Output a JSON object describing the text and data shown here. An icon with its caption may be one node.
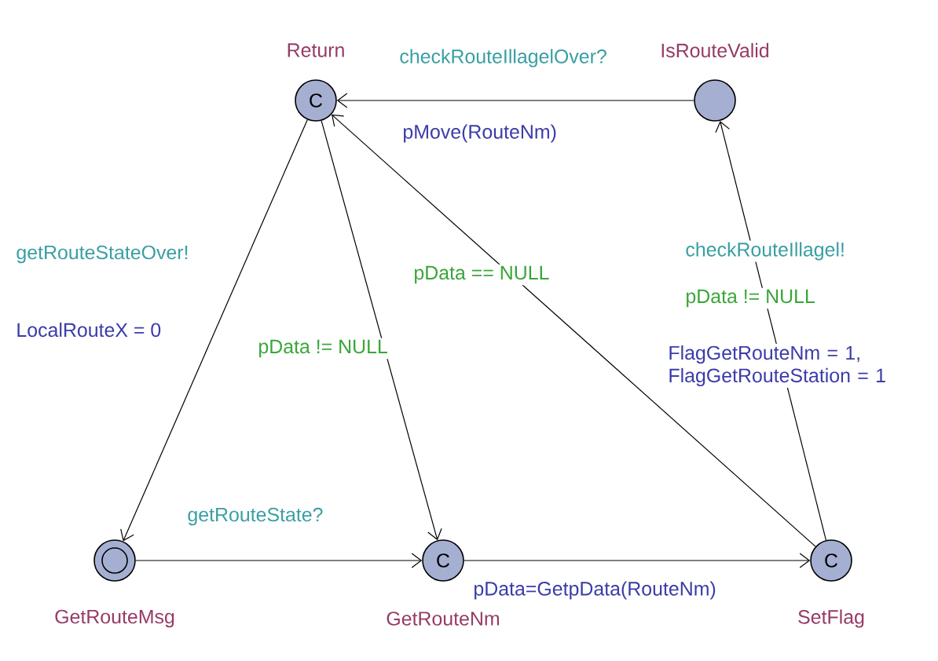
{
  "diagram": {
    "nodes": [
      {
        "text": [
          "Return",
          "C"
        ]
      },
      {
        "text": [
          "IsRouteValid"
        ]
      },
      {
        "text": [
          "GetRouteMsg"
        ]
      },
      {
        "text": [
          "C",
          "GetRouteNm"
        ]
      },
      {
        "text": [
          "C",
          "SetFlag"
        ]
      }
    ],
    "edges": [
      {
        "from": 1,
        "to": 0,
        "arrow": "to",
        "label": [
          "checkRouteIllagelOver?",
          "pMove(RouteNm)"
        ]
      },
      {
        "from": 0,
        "to": 2,
        "arrow": "to",
        "label": [
          "getRouteStateOver!",
          "LocalRouteX = 0"
        ]
      },
      {
        "from": 0,
        "to": 3,
        "arrow": "to",
        "label": [
          "pData != NULL"
        ]
      },
      {
        "from": 4,
        "to": 0,
        "arrow": "to",
        "label": [
          "pData == NULL"
        ]
      },
      {
        "from": 2,
        "to": 3,
        "arrow": "to",
        "label": [
          "getRouteState?"
        ]
      },
      {
        "from": 3,
        "to": 4,
        "arrow": "to",
        "label": [
          "pData=GetpData(RouteNm)"
        ]
      },
      {
        "from": 4,
        "to": 1,
        "arrow": "to",
        "label": [
          "checkRouteIllagel!",
          "pData != NULL",
          "FlagGetRouteNm = 1, FlagGetRouteStation = 1"
        ]
      }
    ]
  }
}
